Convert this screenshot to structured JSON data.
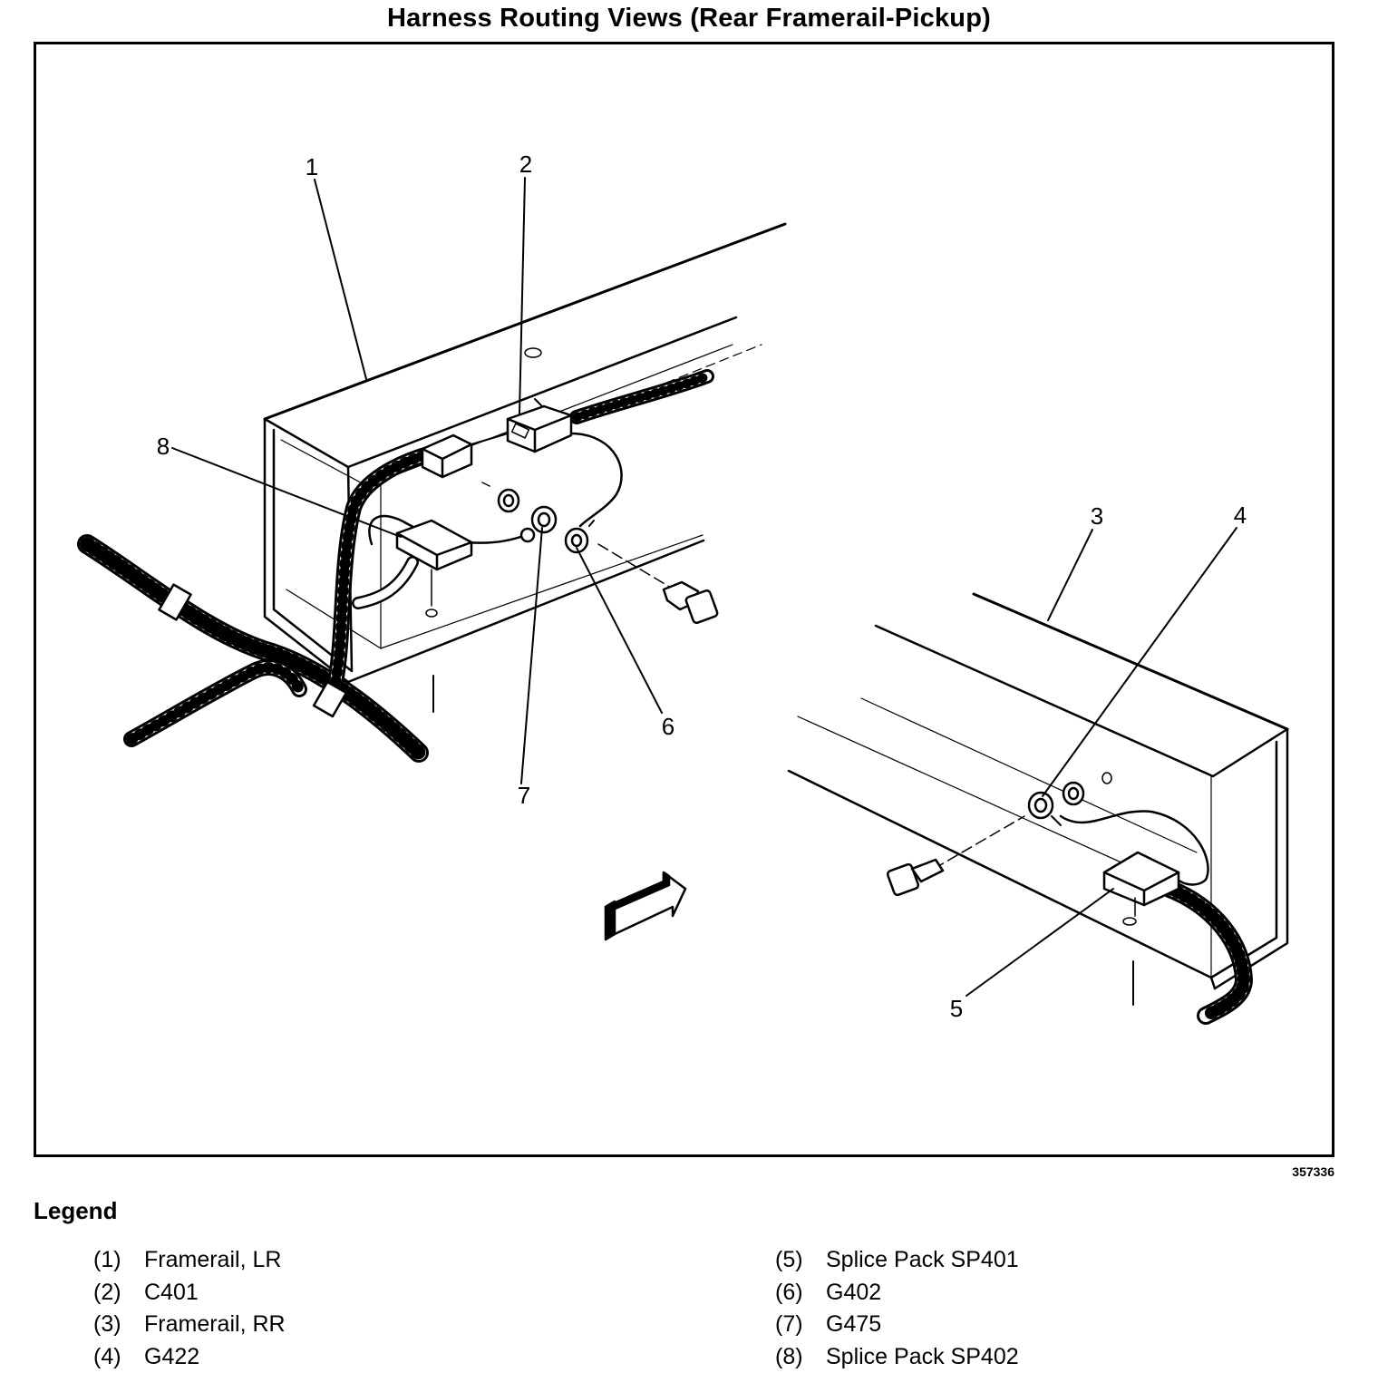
{
  "title": "Harness Routing Views (Rear Framerail-Pickup)",
  "figure_id": "357336",
  "legend_title": "Legend",
  "callouts": [
    "1",
    "2",
    "3",
    "4",
    "5",
    "6",
    "7",
    "8"
  ],
  "legend": [
    {
      "num": "(1)",
      "label": "Framerail, LR"
    },
    {
      "num": "(2)",
      "label": "C401"
    },
    {
      "num": "(3)",
      "label": "Framerail, RR"
    },
    {
      "num": "(4)",
      "label": "G422"
    },
    {
      "num": "(5)",
      "label": "Splice Pack SP401"
    },
    {
      "num": "(6)",
      "label": "G402"
    },
    {
      "num": "(7)",
      "label": "G475"
    },
    {
      "num": "(8)",
      "label": "Splice Pack SP402"
    }
  ]
}
